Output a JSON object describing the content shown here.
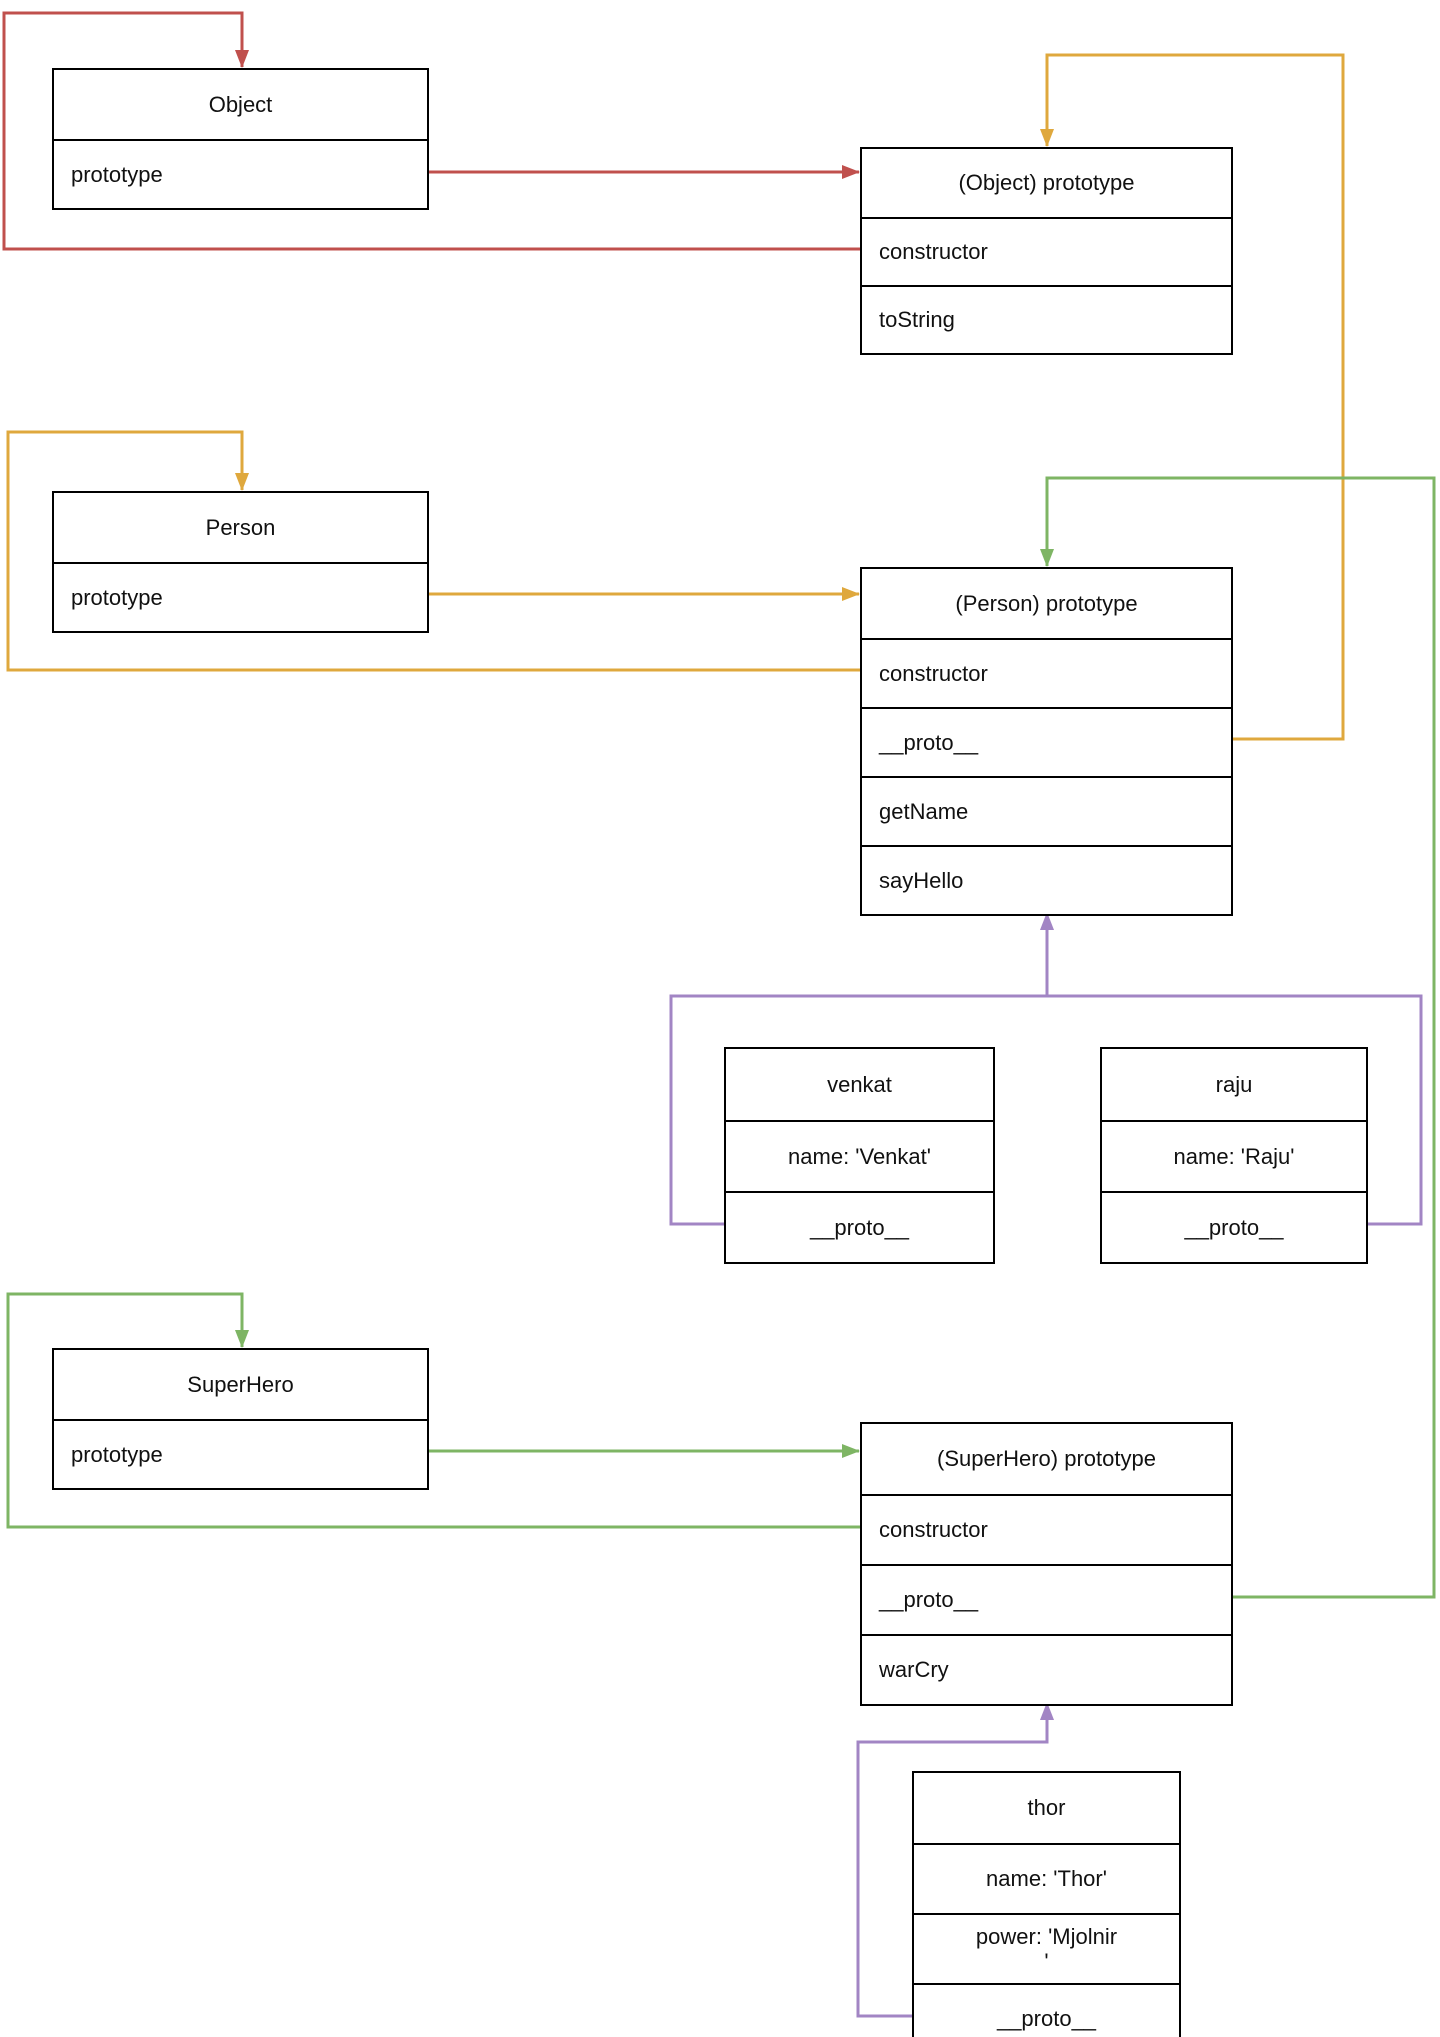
{
  "boxes": {
    "object": {
      "title": "Object",
      "rows": [
        "prototype"
      ]
    },
    "object_prototype": {
      "title": "(Object) prototype",
      "rows": [
        "constructor",
        "toString"
      ]
    },
    "person": {
      "title": "Person",
      "rows": [
        "prototype"
      ]
    },
    "person_prototype": {
      "title": "(Person) prototype",
      "rows": [
        "constructor",
        "__proto__",
        "getName",
        "sayHello"
      ]
    },
    "venkat": {
      "title": "venkat",
      "rows": [
        "name: 'Venkat'",
        "__proto__"
      ]
    },
    "raju": {
      "title": "raju",
      "rows": [
        "name: 'Raju'",
        "__proto__"
      ]
    },
    "superhero": {
      "title": "SuperHero",
      "rows": [
        "prototype"
      ]
    },
    "superhero_prototype": {
      "title": "(SuperHero) prototype",
      "rows": [
        "constructor",
        "__proto__",
        "warCry"
      ]
    },
    "thor": {
      "title": "thor",
      "rows": [
        "name: 'Thor'",
        "power: 'Mjolnir\n'",
        "__proto__"
      ]
    }
  },
  "colors": {
    "red": "#c0504d",
    "yellow": "#dfa83d",
    "green": "#7eb564",
    "purple": "#a285c4"
  }
}
